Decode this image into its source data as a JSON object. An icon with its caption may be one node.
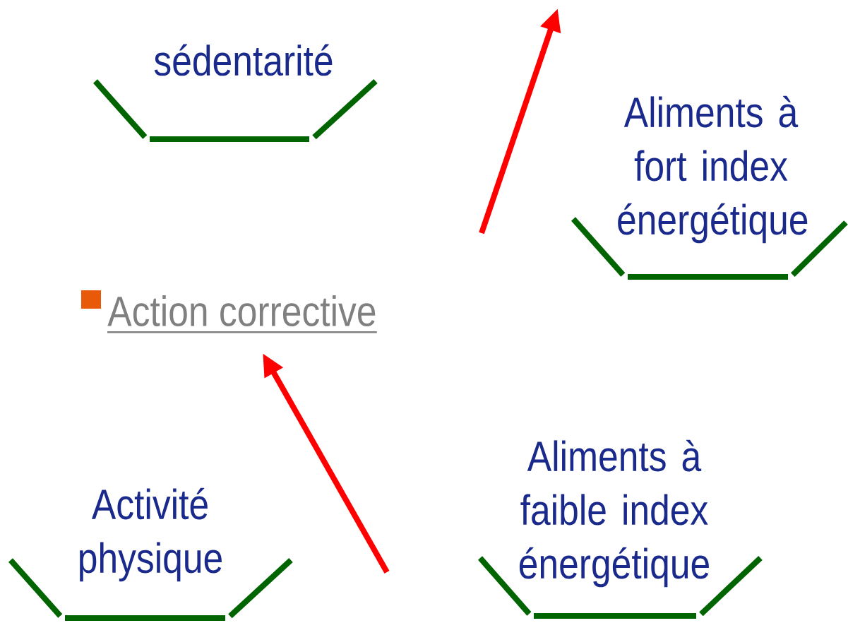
{
  "diagram": {
    "nodes": [
      {
        "text": [
          "sédentarité"
        ]
      },
      {
        "text": [
          "Aliments à fort index énergétique"
        ]
      },
      {
        "text": [
          "Activité physique"
        ]
      },
      {
        "text": [
          "Aliments à faible index énergétique"
        ]
      }
    ],
    "labels": [
      "Action corrective"
    ]
  }
}
